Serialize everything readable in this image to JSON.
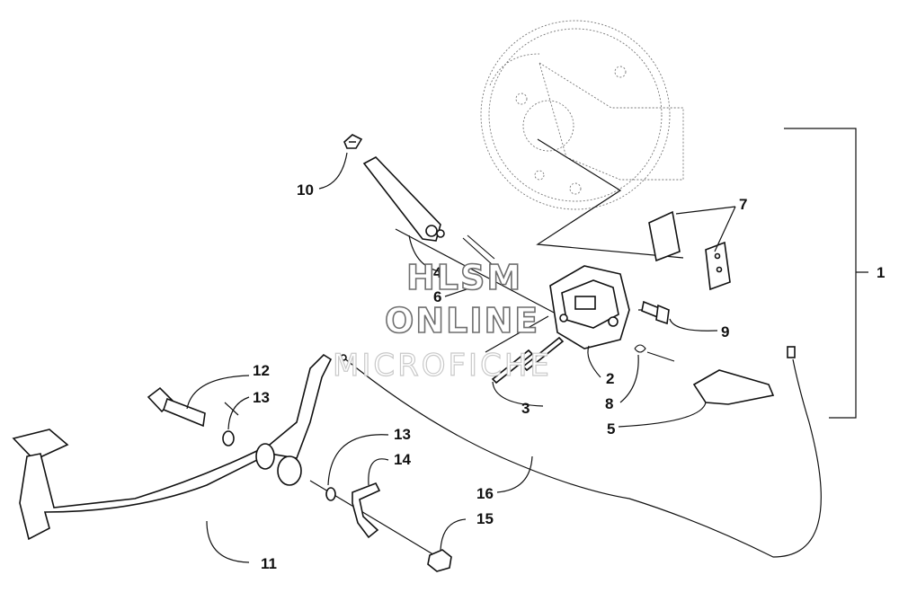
{
  "callouts": {
    "c1": "1",
    "c2": "2",
    "c3": "3",
    "c4": "4",
    "c5": "5",
    "c6": "6",
    "c7": "7",
    "c8": "8",
    "c9": "9",
    "c10": "10",
    "c11": "11",
    "c12": "12",
    "c13a": "13",
    "c13b": "13",
    "c14": "14",
    "c15": "15",
    "c16": "16"
  },
  "watermark": {
    "line1": "HLSM",
    "line2": "ONLINE",
    "line3": "MICROFICHE"
  }
}
